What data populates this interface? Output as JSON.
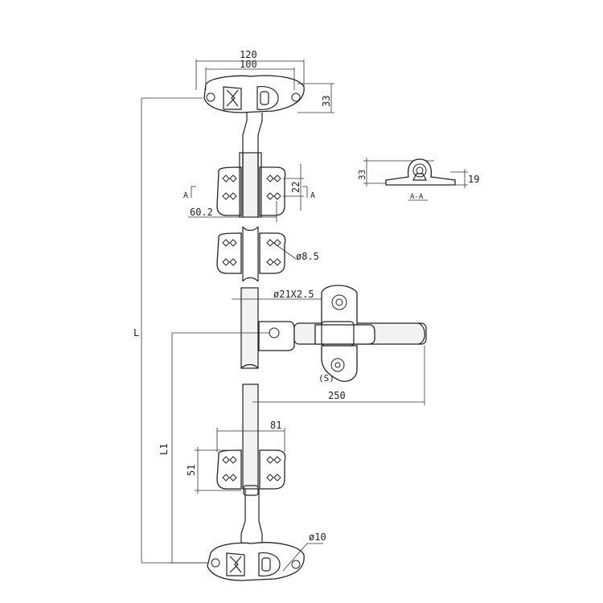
{
  "dimensions": {
    "top_width_outer": "120",
    "top_width_inner": "100",
    "top_height": "33",
    "guide_spacing": "22",
    "guide_width": "60.2",
    "hole_dia": "ø8.5",
    "rod_dia": "ø21X2.5",
    "handle_length": "250",
    "lower_guide_width": "81",
    "lower_guide_height": "51",
    "bottom_hole_dia": "ø10",
    "overall_length": "L",
    "lower_length": "L1",
    "section_height": "33",
    "section_base": "19"
  },
  "labels": {
    "section_mark_left": "A",
    "section_mark_right": "A",
    "section_title": "A-A",
    "handle_marker": "(S)"
  }
}
